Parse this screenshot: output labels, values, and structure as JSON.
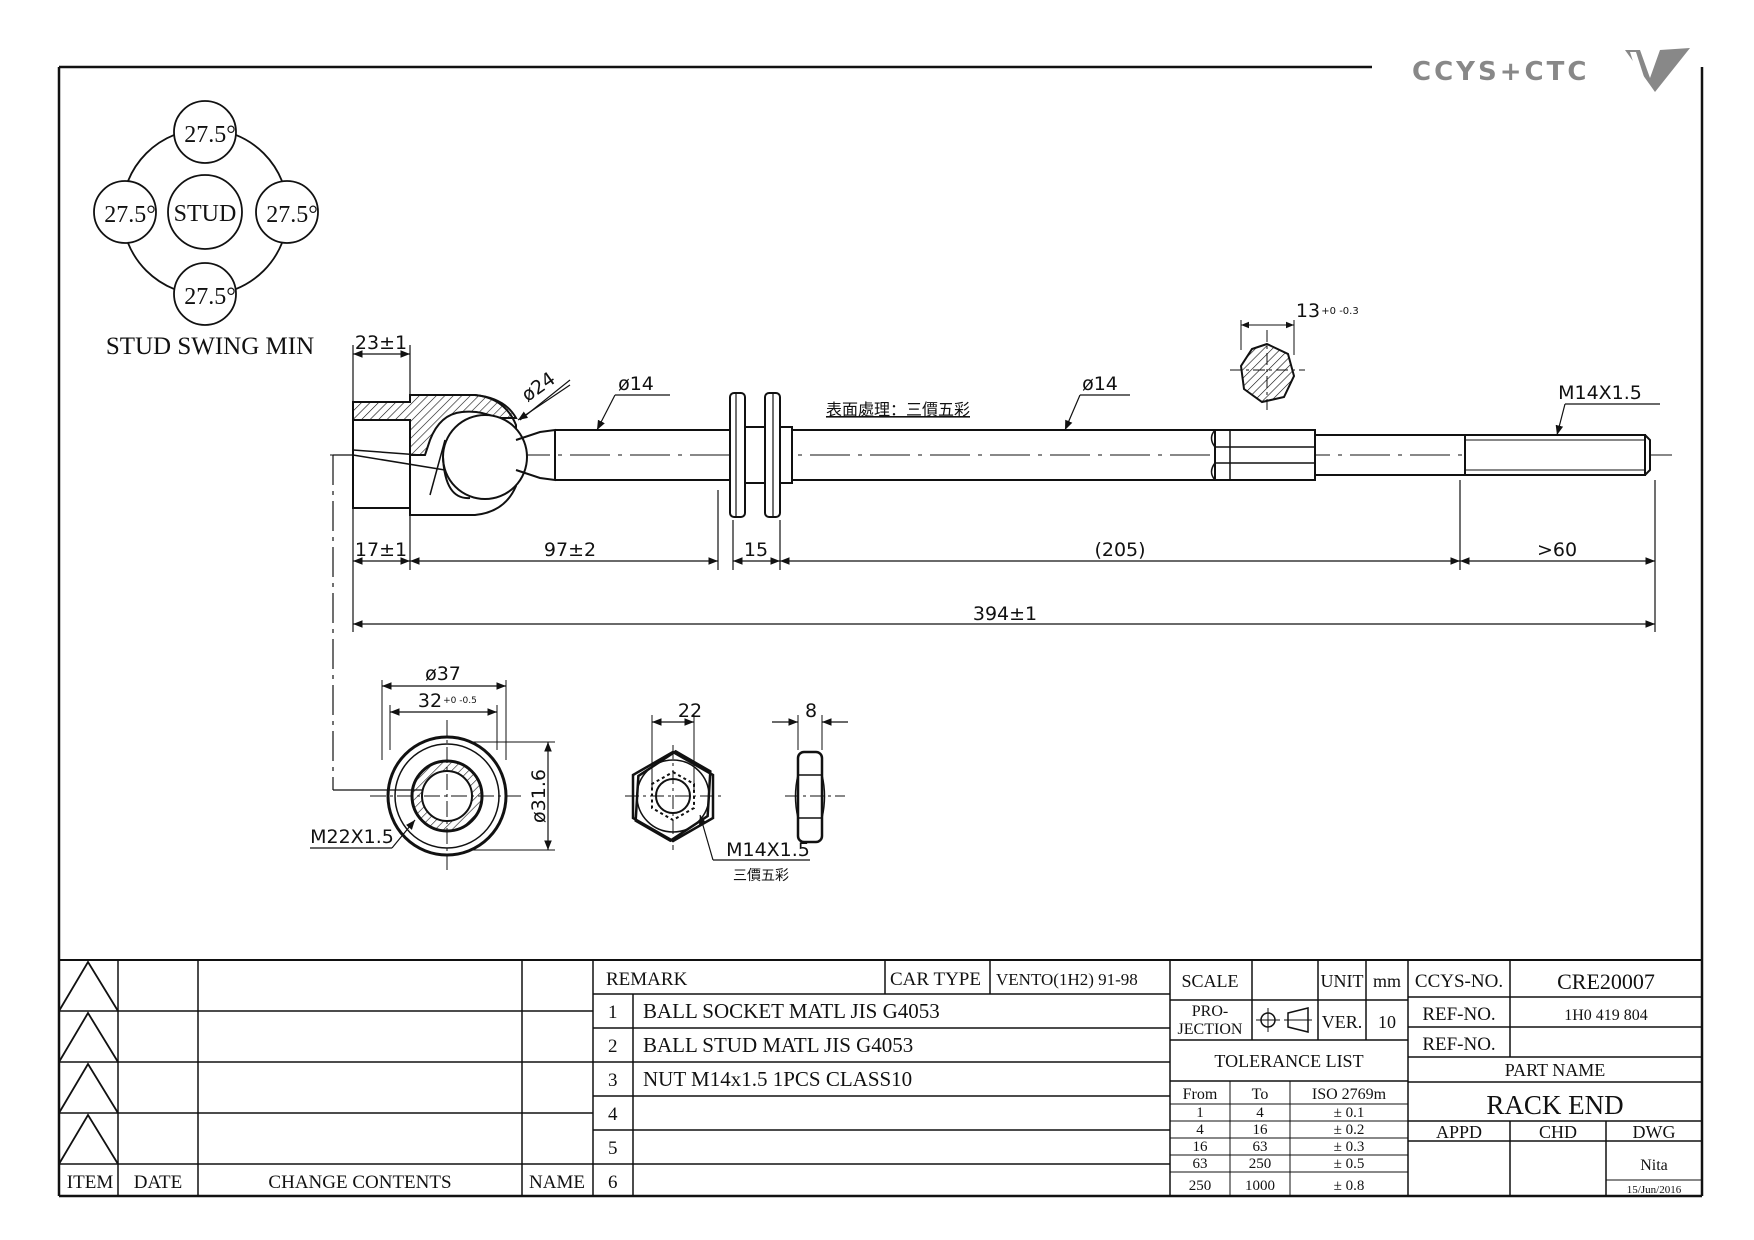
{
  "brand": {
    "name": "CCYS+CTC",
    "logo_icon": "ctc-logo-icon",
    "ink_color": "#111111",
    "logo_color": "#888888"
  },
  "swing": {
    "stud": "STUD",
    "top": "27.5°",
    "left": "27.5°",
    "right": "27.5°",
    "bottom": "27.5°",
    "label": "STUD SWING MIN"
  },
  "dims": {
    "d23": "23±1",
    "dia24": "ø24",
    "dia14a": "ø14",
    "surface": "表面處理：三價五彩",
    "dia14b": "ø14",
    "hex13": "13",
    "hex13_tol": "+0 -0.3",
    "m14_thread": "M14X1.5",
    "d17": "17±1",
    "d97": "97±2",
    "d15": "15",
    "d205": "(205)",
    "d60": ">60",
    "d394": "394±1",
    "dia37": "ø37",
    "d32": "32",
    "d32_tol": "+0 -0.5",
    "dia31_6": "ø31.6",
    "m22": "M22X1.5",
    "nut22": "22",
    "nut8": "8",
    "nut_thread": "M14X1.5",
    "nut_finish": "三價五彩"
  },
  "revision_table": {
    "headers": {
      "item": "ITEM",
      "date": "DATE",
      "change": "CHANGE CONTENTS",
      "name": "NAME"
    }
  },
  "remark": {
    "label": "REMARK",
    "car_type_label": "CAR TYPE",
    "car_type": "VENTO(1H2) 91-98",
    "rows": [
      {
        "no": "1",
        "text": "BALL SOCKET MATL JIS G4053"
      },
      {
        "no": "2",
        "text": "BALL STUD MATL JIS G4053"
      },
      {
        "no": "3",
        "text": "NUT M14x1.5 1PCS CLASS10"
      },
      {
        "no": "4",
        "text": ""
      },
      {
        "no": "5",
        "text": ""
      },
      {
        "no": "6",
        "text": ""
      }
    ]
  },
  "scale_block": {
    "scale_label": "SCALE",
    "unit_label": "UNIT",
    "unit": "mm",
    "projection_label_1": "PRO-",
    "projection_label_2": "JECTION",
    "ver_label": "VER.",
    "ver": "10"
  },
  "tolerance": {
    "title": "TOLERANCE LIST",
    "headers": {
      "from": "From",
      "to": "To",
      "iso": "ISO 2769m"
    },
    "rows": [
      {
        "from": "1",
        "to": "4",
        "tol": "± 0.1"
      },
      {
        "from": "4",
        "to": "16",
        "tol": "± 0.2"
      },
      {
        "from": "16",
        "to": "63",
        "tol": "± 0.3"
      },
      {
        "from": "63",
        "to": "250",
        "tol": "± 0.5"
      },
      {
        "from": "250",
        "to": "1000",
        "tol": "± 0.8"
      }
    ]
  },
  "title_block": {
    "ccys_label": "CCYS-NO.",
    "ccys_no": "CRE20007",
    "ref_label_1": "REF-NO.",
    "ref_no_1": "1H0 419 804",
    "ref_label_2": "REF-NO.",
    "ref_no_2": "",
    "part_name_label": "PART NAME",
    "part_name": "RACK END",
    "appd_label": "APPD",
    "chd_label": "CHD",
    "dwg_label": "DWG",
    "drawn_by": "Nita",
    "date": "15/Jun/2016"
  }
}
